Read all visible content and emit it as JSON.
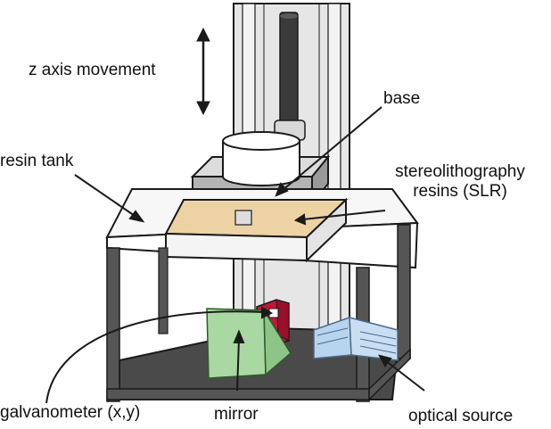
{
  "labels": {
    "z_axis": "z axis movement",
    "base": "base",
    "resin_tank": "resin tank",
    "slr_line1": "stereolithography",
    "slr_line2": "resins (SLR)",
    "galvanometer": "galvanometer (x,y)",
    "mirror": "mirror",
    "optical_source": "optical source"
  },
  "colors": {
    "outline": "#1a1a1a",
    "tower": "#e6e6e6",
    "rod": "#3a3a3a",
    "platform": "#c8c8c8",
    "resin": "#edd3a4",
    "tank": "#f4f4f4",
    "frame": "#4a4a4a",
    "floor": "#4a4a4a",
    "mirror": "#a9d8a2",
    "galvanometer": "#c4163a",
    "optical_source": "#b8d4ee"
  }
}
